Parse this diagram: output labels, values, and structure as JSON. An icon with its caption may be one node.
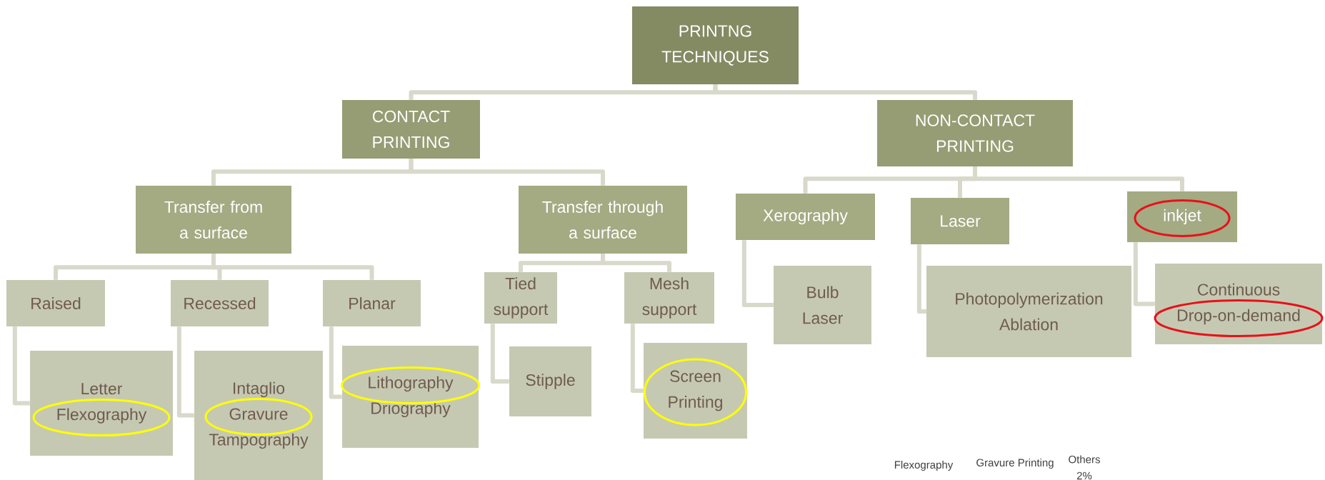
{
  "diagram": {
    "nodes": [
      {
        "text": [
          "PRINTNG TECHNIQUES"
        ]
      },
      {
        "text": [
          "CONTACT PRINTING"
        ]
      },
      {
        "text": [
          "NON-CONTACT PRINTING"
        ]
      },
      {
        "text": [
          "Transfer from a surface"
        ]
      },
      {
        "text": [
          "Transfer through a surface"
        ]
      },
      {
        "text": [
          "Xerography"
        ]
      },
      {
        "text": [
          "Laser"
        ]
      },
      {
        "text": [
          "inkjet"
        ]
      },
      {
        "text": [
          "Raised"
        ]
      },
      {
        "text": [
          "Recessed"
        ]
      },
      {
        "text": [
          "Planar"
        ]
      },
      {
        "text": [
          "Tied support"
        ]
      },
      {
        "text": [
          "Mesh support"
        ]
      },
      {
        "text": [
          "Letter",
          "Flexography"
        ]
      },
      {
        "text": [
          "Intaglio",
          "Gravure",
          "Tampography"
        ]
      },
      {
        "text": [
          "Lithography",
          "Driography"
        ]
      },
      {
        "text": [
          "Stipple"
        ]
      },
      {
        "text": [
          "Screen Printing"
        ]
      },
      {
        "text": [
          "Bulb",
          "Laser"
        ]
      },
      {
        "text": [
          "Photopolymerization",
          "Ablation"
        ]
      },
      {
        "text": [
          "Continuous",
          "Drop-on-demand"
        ]
      }
    ],
    "edges": [
      {
        "from": 0,
        "to": 1,
        "arrow": "none"
      },
      {
        "from": 0,
        "to": 2,
        "arrow": "none"
      },
      {
        "from": 1,
        "to": 3,
        "arrow": "none"
      },
      {
        "from": 1,
        "to": 4,
        "arrow": "none"
      },
      {
        "from": 2,
        "to": 5,
        "arrow": "none"
      },
      {
        "from": 2,
        "to": 6,
        "arrow": "none"
      },
      {
        "from": 2,
        "to": 7,
        "arrow": "none"
      },
      {
        "from": 3,
        "to": 8,
        "arrow": "none"
      },
      {
        "from": 3,
        "to": 9,
        "arrow": "none"
      },
      {
        "from": 3,
        "to": 10,
        "arrow": "none"
      },
      {
        "from": 4,
        "to": 11,
        "arrow": "none"
      },
      {
        "from": 4,
        "to": 12,
        "arrow": "none"
      },
      {
        "from": 8,
        "to": 13,
        "arrow": "none"
      },
      {
        "from": 9,
        "to": 14,
        "arrow": "none"
      },
      {
        "from": 10,
        "to": 15,
        "arrow": "none"
      },
      {
        "from": 11,
        "to": 16,
        "arrow": "none"
      },
      {
        "from": 12,
        "to": 17,
        "arrow": "none"
      },
      {
        "from": 5,
        "to": 18,
        "arrow": "none"
      },
      {
        "from": 6,
        "to": 19,
        "arrow": "none"
      },
      {
        "from": 7,
        "to": 20,
        "arrow": "none"
      }
    ],
    "labels": [
      "Flexography",
      "Gravure Printing",
      "Others",
      "2%"
    ]
  }
}
